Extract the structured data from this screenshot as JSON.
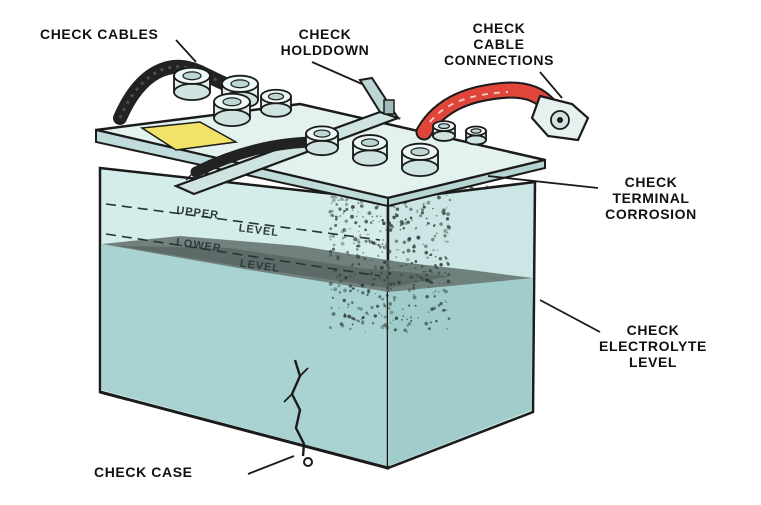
{
  "labels": {
    "cables": "CHECK CABLES",
    "holddown": [
      "CHECK",
      "HOLDDOWN"
    ],
    "connections": [
      "CHECK",
      "CABLE",
      "CONNECTIONS"
    ],
    "corrosion": [
      "CHECK",
      "TERMINAL",
      "CORROSION"
    ],
    "electrolyte": [
      "CHECK",
      "ELECTROLYTE",
      "LEVEL"
    ],
    "case": "CHECK CASE"
  },
  "case_marks": {
    "upper_1": "UPPER",
    "upper_2": "LEVEL",
    "lower_1": "LOWER",
    "lower_2": "LEVEL"
  },
  "colors": {
    "liquid": "#a9d2d2",
    "case_empty": "#d4ecea",
    "lid": "#e3f1ef",
    "cable_red": "#e0453a",
    "label_yellow": "#f1e36a",
    "outline": "#1b1b1b"
  }
}
